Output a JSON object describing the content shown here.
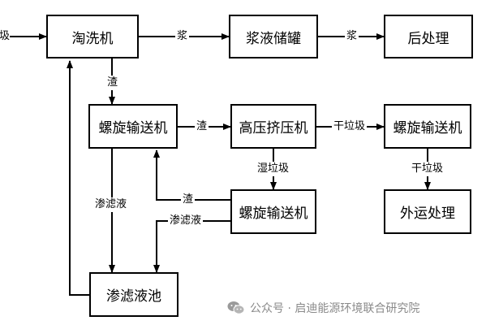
{
  "nodes": {
    "washer": "淘洗机",
    "slurry_tank": "浆液储罐",
    "post_treatment": "后处理",
    "screw_conveyor_1": "螺旋输送机",
    "high_pressure_press": "高压挤压机",
    "screw_conveyor_2": "螺旋输送机",
    "screw_conveyor_3": "螺旋输送机",
    "external_treatment": "外运处理",
    "leachate_pool": "渗滤液池"
  },
  "edge_labels": {
    "input_garbage": "垃圾",
    "slurry_1": "浆",
    "slurry_2": "浆",
    "residue_down": "渣",
    "residue_right": "渣",
    "dry_garbage_1": "干垃圾",
    "wet_garbage": "湿垃圾",
    "dry_garbage_2": "干垃圾",
    "residue_back": "渣",
    "leachate_1": "渗滤液",
    "leachate_2": "渗滤液"
  },
  "watermark": {
    "text": "公众号 · 启迪能源环境联合研究院",
    "icon": "wechat-icon"
  }
}
